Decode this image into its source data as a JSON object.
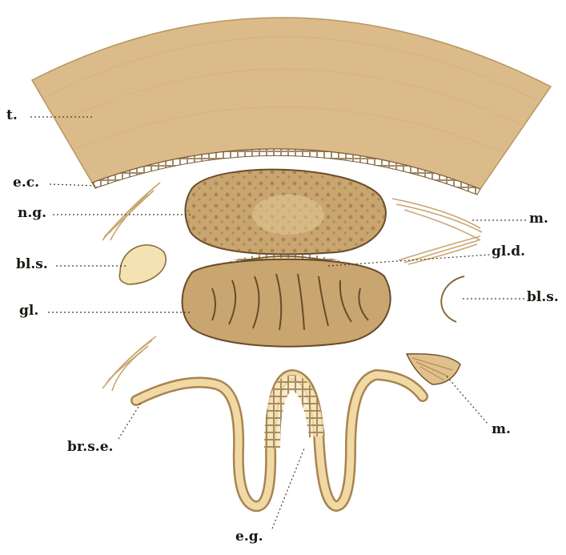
{
  "figure": {
    "labels": {
      "t": "t.",
      "ec": "e.c.",
      "ng": "n.g.",
      "bls_left": "bl.s.",
      "gl": "gl.",
      "brse": "br.s.e.",
      "eg": "e.g.",
      "m_right_top": "m.",
      "gld": "gl.d.",
      "bls_right": "bl.s.",
      "m_right_bottom": "m."
    }
  },
  "colors": {
    "tissue": "#dcbb8a",
    "tissue_dark": "#b99560",
    "outline": "#6a4a28",
    "label": "#1c1712",
    "gland_fill": "#c9a66f",
    "blood_sinus": "#f4e3b2"
  }
}
